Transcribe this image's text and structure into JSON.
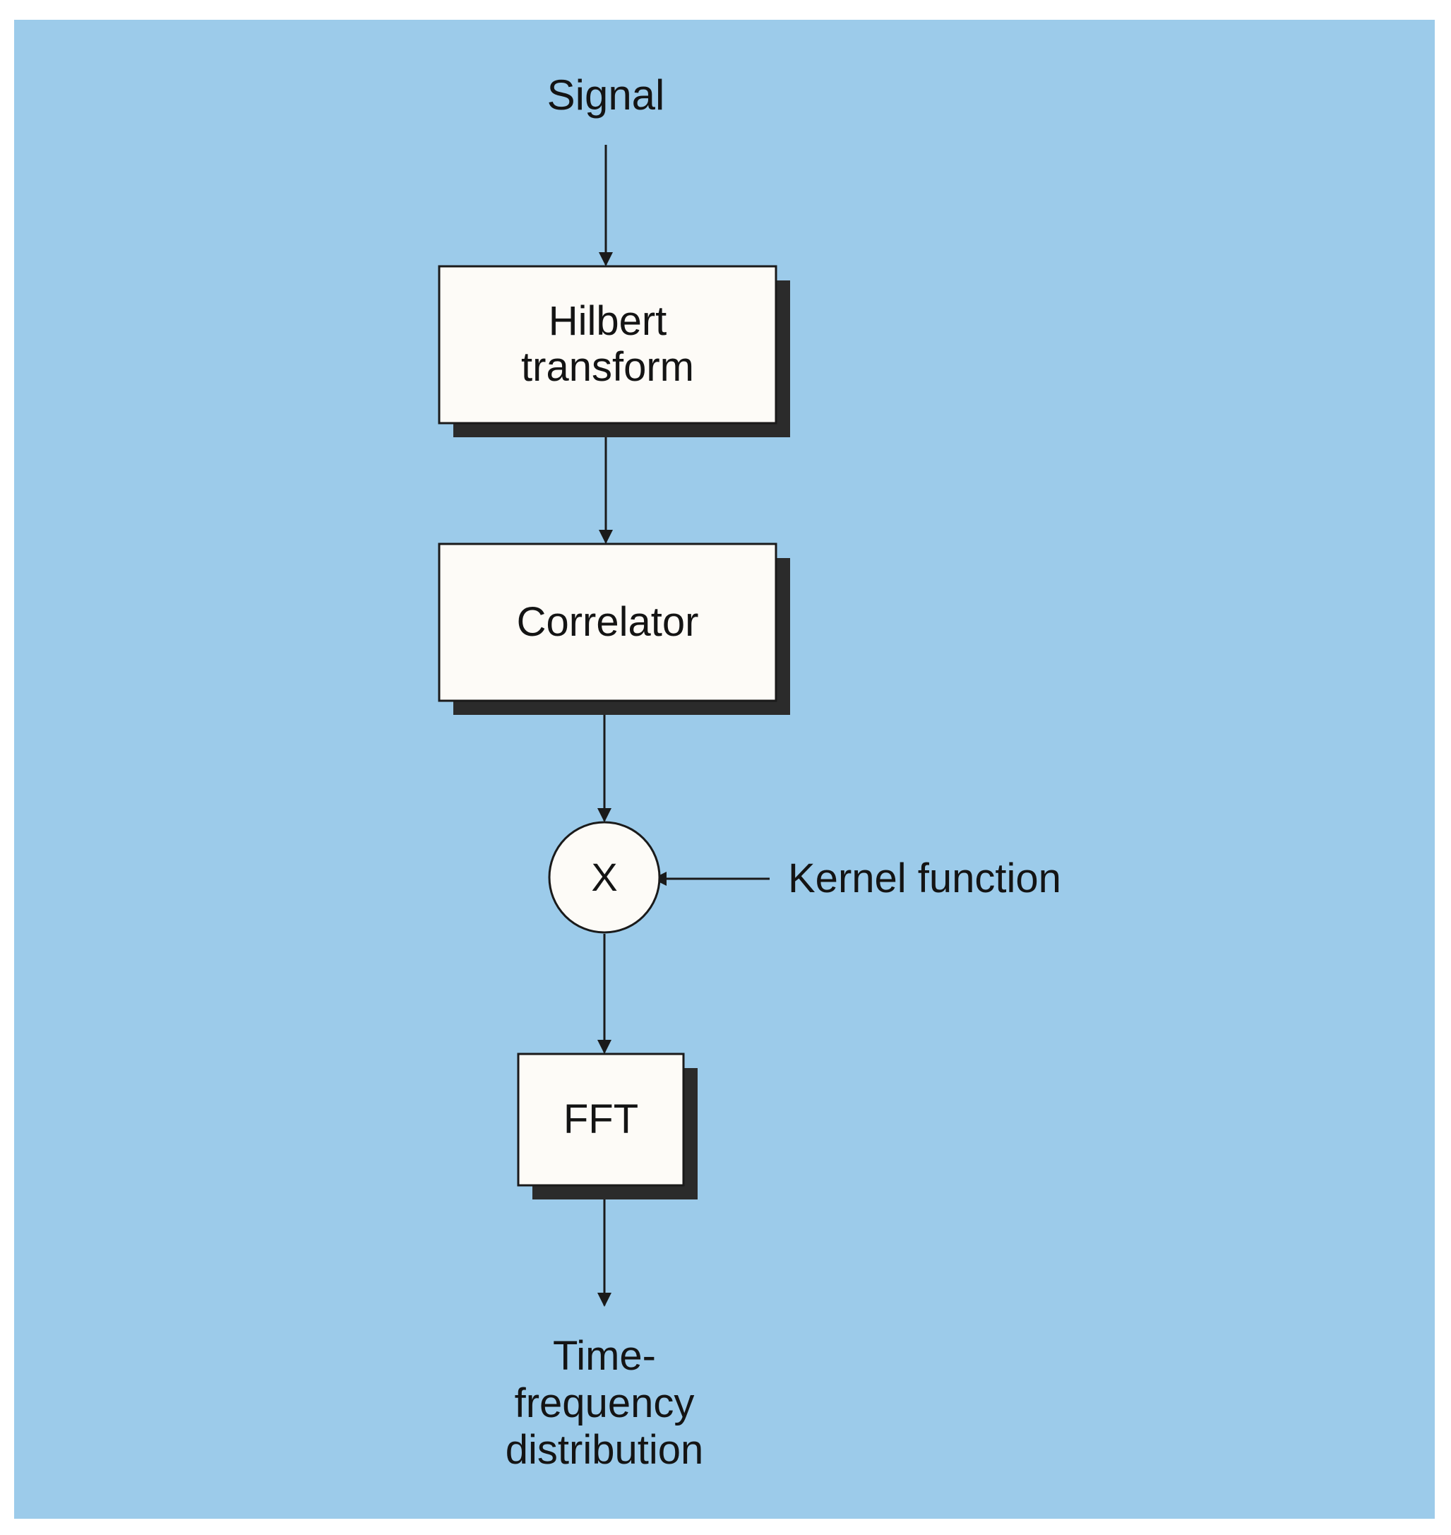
{
  "diagram": {
    "input_label": "Signal",
    "blocks": [
      {
        "id": "hilbert",
        "label": "Hilbert\ntransform"
      },
      {
        "id": "correlator",
        "label": "Correlator"
      },
      {
        "id": "multiplier",
        "label": "X"
      },
      {
        "id": "fft",
        "label": "FFT"
      }
    ],
    "kernel_label": "Kernel function",
    "output_label": "Time-\nfrequency\ndistribution"
  },
  "colors": {
    "background": "#9ccbea",
    "box_fill": "#fdfbf7",
    "shadow": "#2b2b2b",
    "line": "#1a1a1a"
  }
}
